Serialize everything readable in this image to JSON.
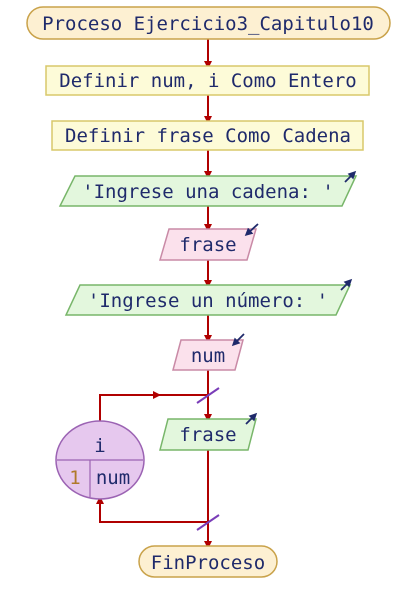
{
  "flowchart": {
    "start": "Proceso Ejercicio3_Capitulo10",
    "steps": [
      {
        "kind": "define",
        "text": "Definir num, i Como Entero"
      },
      {
        "kind": "define",
        "text": "Definir frase Como Cadena"
      },
      {
        "kind": "output",
        "text": "'Ingrese una cadena: '"
      },
      {
        "kind": "input",
        "text": "frase"
      },
      {
        "kind": "output",
        "text": "'Ingrese un número: '"
      },
      {
        "kind": "input",
        "text": "num"
      }
    ],
    "loop": {
      "variable": "i",
      "start_value": "1",
      "end_value": "num",
      "body": {
        "kind": "output",
        "text": "frase"
      }
    },
    "end": "FinProceso"
  },
  "colors": {
    "flow_line": "#b00000",
    "terminal_fill": "#fdf0d2",
    "terminal_stroke": "#c9a24a",
    "define_fill": "#fdfbd8",
    "define_stroke": "#d8c86a",
    "output_fill": "#e3f7dd",
    "output_stroke": "#78b66a",
    "input_fill": "#fbe1ec",
    "input_stroke": "#c98aa6",
    "loop_fill": "#e6c8ee",
    "loop_stroke": "#9b63b3",
    "arrow_icon": "#1f2a6b"
  }
}
